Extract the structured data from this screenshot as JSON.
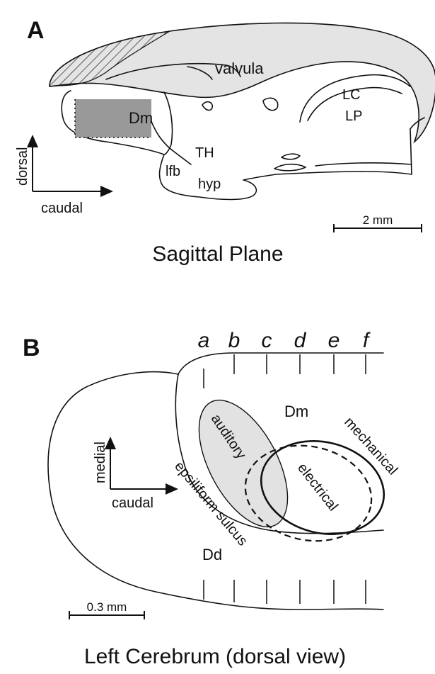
{
  "panel_a": {
    "label": "A",
    "regions": {
      "valvula": "valvula",
      "dm": "Dm",
      "lc": "LC",
      "lp": "LP",
      "th": "TH",
      "lfb": "lfb",
      "hyp": "hyp"
    },
    "axis": {
      "vertical": "dorsal",
      "horizontal": "caudal"
    },
    "scale_bar": "2 mm",
    "caption": "Sagittal Plane"
  },
  "panel_b": {
    "label": "B",
    "columns": [
      "a",
      "b",
      "c",
      "d",
      "e",
      "f"
    ],
    "regions": {
      "dm": "Dm",
      "dd": "Dd",
      "auditory": "auditory",
      "electrical": "electrical",
      "mechanical": "mechanical",
      "sulcus": "epsiliform sulcus"
    },
    "axis": {
      "vertical": "medial",
      "horizontal": "caudal"
    },
    "scale_bar": "0.3 mm",
    "caption": "Left Cerebrum (dorsal view)"
  }
}
